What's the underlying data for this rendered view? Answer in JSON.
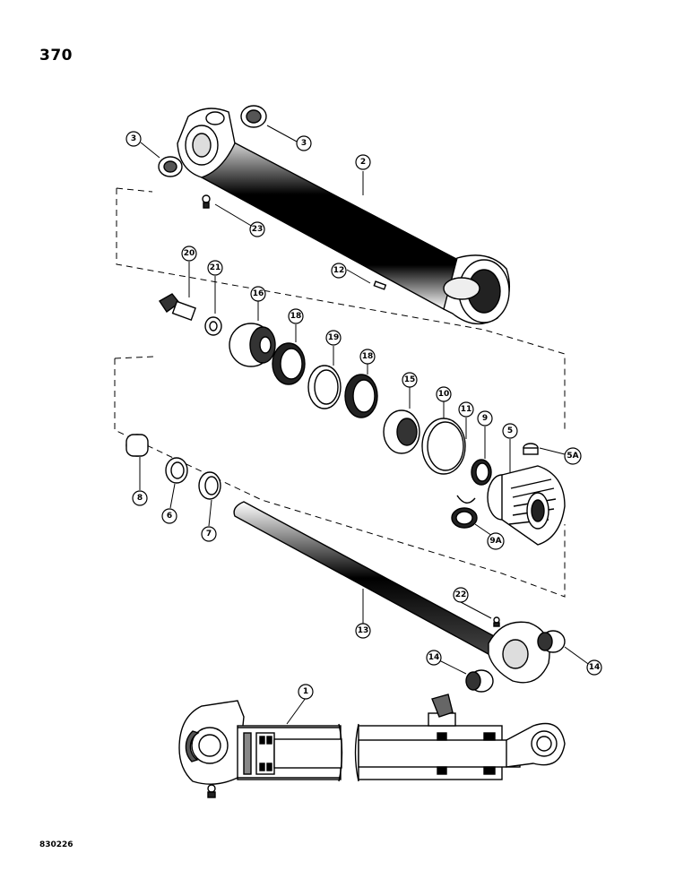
{
  "page_number": "370",
  "reference_code": "830226",
  "callouts": {
    "c1": "1",
    "c2": "2",
    "c3a": "3",
    "c3b": "3",
    "c5": "5",
    "c5a": "5A",
    "c6": "6",
    "c7": "7",
    "c8": "8",
    "c9": "9",
    "c9a": "9A",
    "c10": "10",
    "c11": "11",
    "c12": "12",
    "c13": "13",
    "c14a": "14",
    "c14b": "14",
    "c15": "15",
    "c16": "16",
    "c18a": "18",
    "c18b": "18",
    "c19": "19",
    "c20": "20",
    "c21": "21",
    "c22": "22",
    "c23": "23"
  }
}
